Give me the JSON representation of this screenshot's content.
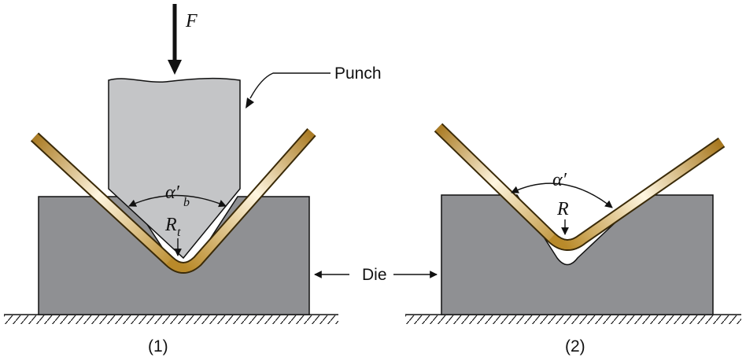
{
  "labels": {
    "force": "F",
    "punch": "Punch",
    "die": "Die",
    "angle_left": "α′",
    "angle_left_sub": "b",
    "radius_left": "R",
    "radius_left_sub": "t",
    "angle_right": "α′",
    "radius_right": "R",
    "caption_left": "(1)",
    "caption_right": "(2)"
  },
  "colors": {
    "die": "#8f9093",
    "punch": "#c4c5c7",
    "sheet_dark": "#a8781f",
    "sheet_light": "#fff6e0",
    "line": "#111111"
  }
}
